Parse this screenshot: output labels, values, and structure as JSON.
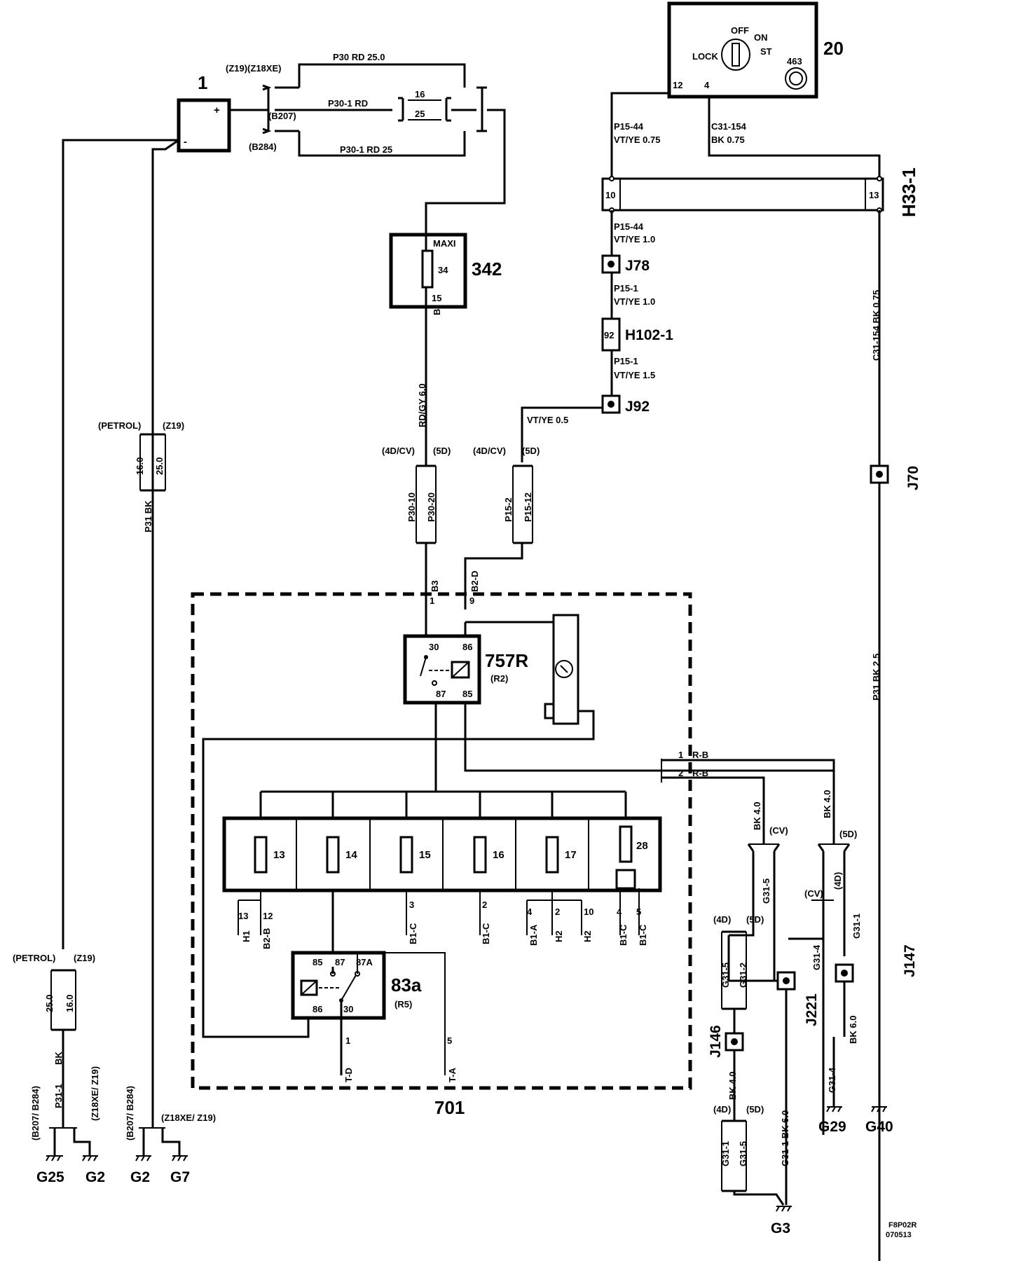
{
  "components": {
    "battery": {
      "id": "1",
      "plus": "+",
      "minus": "-"
    },
    "ignition_switch": {
      "id": "20",
      "off": "OFF",
      "on": "ON",
      "lock": "LOCK",
      "st": "ST",
      "lamp": "463",
      "pin_12": "12",
      "pin_4": "4"
    },
    "maxi_fuse": {
      "id": "342",
      "type": "MAXI",
      "num": "34",
      "pin": "15",
      "pin_label": "B"
    },
    "connector_h33": {
      "id": "H33-1",
      "pin_a": "10",
      "pin_b": "13"
    },
    "connector_h102": {
      "id": "H102-1",
      "pin": "92"
    },
    "relay_757r": {
      "id": "757R",
      "sub": "(R2)",
      "p30": "30",
      "p86": "86",
      "p87": "87",
      "p85": "85"
    },
    "relay_83a": {
      "id": "83a",
      "sub": "(R5)",
      "p85": "85",
      "p87": "87",
      "p87a": "87A",
      "p86": "86",
      "p30": "30"
    },
    "box_701": {
      "id": "701"
    },
    "fuses": [
      {
        "num": "13"
      },
      {
        "num": "14"
      },
      {
        "num": "15"
      },
      {
        "num": "16"
      },
      {
        "num": "17"
      },
      {
        "num": "28"
      }
    ],
    "splices": {
      "j78": "J78",
      "j92": "J92",
      "j70": "J70",
      "j146": "J146",
      "j147": "J147",
      "j221": "J221"
    },
    "grounds": {
      "g25": "G25",
      "g2a": "G2",
      "g2b": "G2",
      "g7": "G7",
      "g29": "G29",
      "g40": "G40",
      "g3": "G3"
    }
  },
  "wires": {
    "z19_z18xe": "(Z19)(Z18XE)",
    "p30_rd_25": "P30 RD  25.0",
    "p30_1_rd": "P30-1  RD",
    "p30_1_rd_25": "P30-1  RD  25",
    "b207": "(B207)",
    "b284": "(B284)",
    "f16": "16",
    "f25": "25",
    "p15_44_a": "P15-44",
    "vtye_075": "VT/YE  0.75",
    "c31_154": "C31-154",
    "bk_075": "BK  0.75",
    "p15_44_b": "P15-44",
    "vtye_10a": "VT/YE  1.0",
    "p15_1_a": "P15-1",
    "vtye_10b": "VT/YE  1.0",
    "p15_1_b": "P15-1",
    "vtye_15": "VT/YE  1.5",
    "vtye_05": "VT/YE   0.5",
    "c31_154_vert": "C31-154  BK  0.75",
    "rdgy": "RD/GY  6.0",
    "petrol_a": "(PETROL)",
    "z19_a": "(Z19)",
    "v160a": "16.0",
    "v250a": "25.0",
    "p31_bk": "P31  BK",
    "cv4d_a": "(4D/CV)",
    "d5_a": "(5D)",
    "cv4d_b": "(4D/CV)",
    "d5_b": "(5D)",
    "p30_10": "P30-10",
    "p30_20": "P30-20",
    "p15_2": "P15-2",
    "p15_12": "P15-12",
    "b3": "B3",
    "pin1": "1",
    "b2d": "B2-D",
    "pin9": "9",
    "p31_bk_25": "P31  BK  2.5",
    "rb1_n": "1",
    "rb1": "R-B",
    "rb2_n": "2",
    "rb2": "R-B",
    "bk40_a": "BK  4.0",
    "cv_a": "(CV)",
    "bk40_b": "BK  4.0",
    "d5_c": "(5D)",
    "cv_b": "(CV)",
    "d4_a": "(4D)",
    "g31_5_a": "G31-5",
    "g31_4_a": "G31-4",
    "g31_1_a": "G31-1",
    "bk60_a": "BK  6.0",
    "g31_4_b": "G31-4",
    "d4_b": "(4D)",
    "d5_d": "(5D)",
    "g31_5_b": "G31-5",
    "g31_2": "G31-2",
    "bk40_c": "BK  4.0",
    "d4_c": "(4D)",
    "d5_e": "(5D)",
    "g31_1_b": "G31-1",
    "g31_5_c": "G31-5",
    "g31_1_bk60": "G31-1  BK  6.0",
    "petrol_b": "(PETROL)",
    "z19_b": "(Z19)",
    "v250b": "25.0",
    "v160b": "16.0",
    "bk": "BK",
    "p31_1": "P31-1",
    "b207_b284_a": "(B207/ B284)",
    "z18xe_z19_a": "(Z18XE/ Z19)",
    "b207_b284_b": "(B207/ B284)",
    "z18xe_z19_b": "(Z18XE/ Z19)"
  },
  "terminals": {
    "t13": "13",
    "t12": "12",
    "h1": "H1",
    "b2b": "B2-B",
    "t3": "3",
    "b1c_a": "B1-C",
    "t2a": "2",
    "b1c_b": "B1-C",
    "t4a": "4",
    "b1a": "B1-A",
    "t2b": "2",
    "h2a": "H2",
    "t10": "10",
    "h2b": "H2",
    "t4b": "4",
    "b1c_c": "B1-C",
    "t5a": "5",
    "b1c_d": "B1-C",
    "t1": "1",
    "td": "T-D",
    "t5b": "5",
    "ta": "T-A"
  },
  "footer": {
    "code1": "F8P02R",
    "code2": "070513"
  }
}
